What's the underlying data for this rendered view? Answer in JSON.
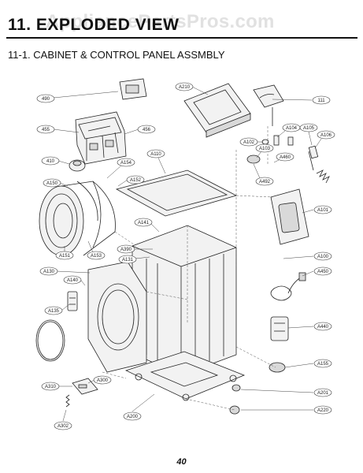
{
  "header": {
    "title": "11. EXPLODED VIEW",
    "watermark": "AppliancePartsPros.com",
    "section": "11-1. CABINET & CONTROL PANEL ASSMBLY"
  },
  "parts": [
    {
      "id": "p490",
      "label": "490"
    },
    {
      "id": "p455",
      "label": "455"
    },
    {
      "id": "p456",
      "label": "456"
    },
    {
      "id": "p410",
      "label": "410"
    },
    {
      "id": "p150",
      "label": "A150"
    },
    {
      "id": "p152",
      "label": "A152"
    },
    {
      "id": "p154",
      "label": "A154"
    },
    {
      "id": "p153",
      "label": "A153"
    },
    {
      "id": "p151",
      "label": "A151"
    },
    {
      "id": "p110",
      "label": "A110"
    },
    {
      "id": "p141",
      "label": "A141"
    },
    {
      "id": "p130",
      "label": "A130"
    },
    {
      "id": "p131",
      "label": "A131"
    },
    {
      "id": "p390",
      "label": "A390"
    },
    {
      "id": "p140",
      "label": "A140"
    },
    {
      "id": "p135",
      "label": "A135"
    },
    {
      "id": "p310",
      "label": "A310"
    },
    {
      "id": "p300",
      "label": "A300"
    },
    {
      "id": "p302",
      "label": "A302"
    },
    {
      "id": "p200",
      "label": "A200"
    },
    {
      "id": "p210",
      "label": "A210"
    },
    {
      "id": "p111",
      "label": "111"
    },
    {
      "id": "p102",
      "label": "A102"
    },
    {
      "id": "p104",
      "label": "A104"
    },
    {
      "id": "p105",
      "label": "A105"
    },
    {
      "id": "p106",
      "label": "A106"
    },
    {
      "id": "p103",
      "label": "A103"
    },
    {
      "id": "p460",
      "label": "A460"
    },
    {
      "id": "p492",
      "label": "A492"
    },
    {
      "id": "p101",
      "label": "A101"
    },
    {
      "id": "p100",
      "label": "A100"
    },
    {
      "id": "p450",
      "label": "A450"
    },
    {
      "id": "p440",
      "label": "A440"
    },
    {
      "id": "p155",
      "label": "A155"
    },
    {
      "id": "p201",
      "label": "A201"
    },
    {
      "id": "p220",
      "label": "A220"
    }
  ],
  "footer": {
    "page_number": "40"
  }
}
